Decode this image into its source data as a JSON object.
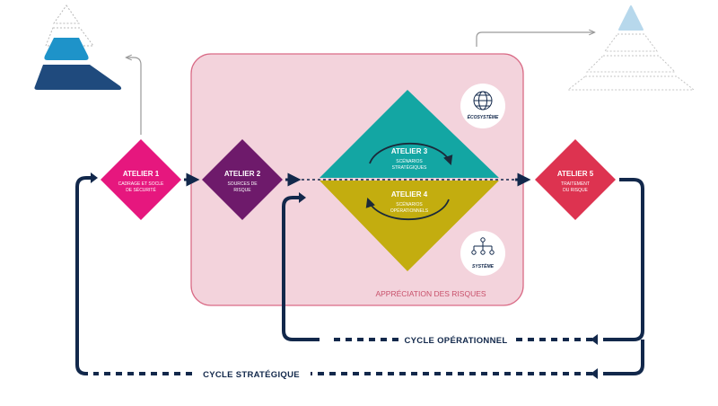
{
  "colors": {
    "navy": "#12284b",
    "atelier1": "#e6177e",
    "atelier2": "#6e1a6b",
    "atelier3": "#13a6a3",
    "atelier4": "#c3ad0f",
    "atelier5": "#dd3350",
    "zone_fill": "#f3d3dc",
    "zone_border": "#d96b86",
    "pyramid_dark": "#1f4a7d",
    "pyramid_mid": "#1e93c9",
    "pyramid_light": "#b7d8ec"
  },
  "zone": {
    "label": "APPRÉCIATION DES RISQUES"
  },
  "ateliers": [
    {
      "id": "atelier-1",
      "title": "ATELIER 1",
      "subtitle_lines": [
        "CADRAGE ET SOCLE",
        "DE SÉCURITÉ"
      ],
      "color": "#e6177e"
    },
    {
      "id": "atelier-2",
      "title": "ATELIER 2",
      "subtitle_lines": [
        "SOURCES DE",
        "RISQUE"
      ],
      "color": "#6e1a6b"
    },
    {
      "id": "atelier-3",
      "title": "ATELIER 3",
      "subtitle_lines": [
        "SCÉNARIOS",
        "STRATÉGIQUES"
      ],
      "color": "#13a6a3"
    },
    {
      "id": "atelier-4",
      "title": "ATELIER 4",
      "subtitle_lines": [
        "SCÉNARIOS",
        "OPÉRATIONNELS"
      ],
      "color": "#c3ad0f"
    },
    {
      "id": "atelier-5",
      "title": "ATELIER 5",
      "subtitle_lines": [
        "TRAITEMENT",
        "DU RISQUE"
      ],
      "color": "#dd3350"
    }
  ],
  "badges": [
    {
      "id": "ecosysteme",
      "label": "ÉCOSYSTÈME",
      "icon": "globe-icon"
    },
    {
      "id": "systeme",
      "label": "SYSTÈME",
      "icon": "hierarchy-icon"
    }
  ],
  "cycles": [
    {
      "id": "operationnel",
      "label": "CYCLE OPÉRATIONNEL"
    },
    {
      "id": "strategique",
      "label": "CYCLE STRATÉGIQUE"
    }
  ],
  "pyramids": [
    {
      "id": "left",
      "icon": "pyramid-icon",
      "levels_highlighted": 2
    },
    {
      "id": "right",
      "icon": "pyramid-icon",
      "levels_highlighted": 1
    }
  ]
}
